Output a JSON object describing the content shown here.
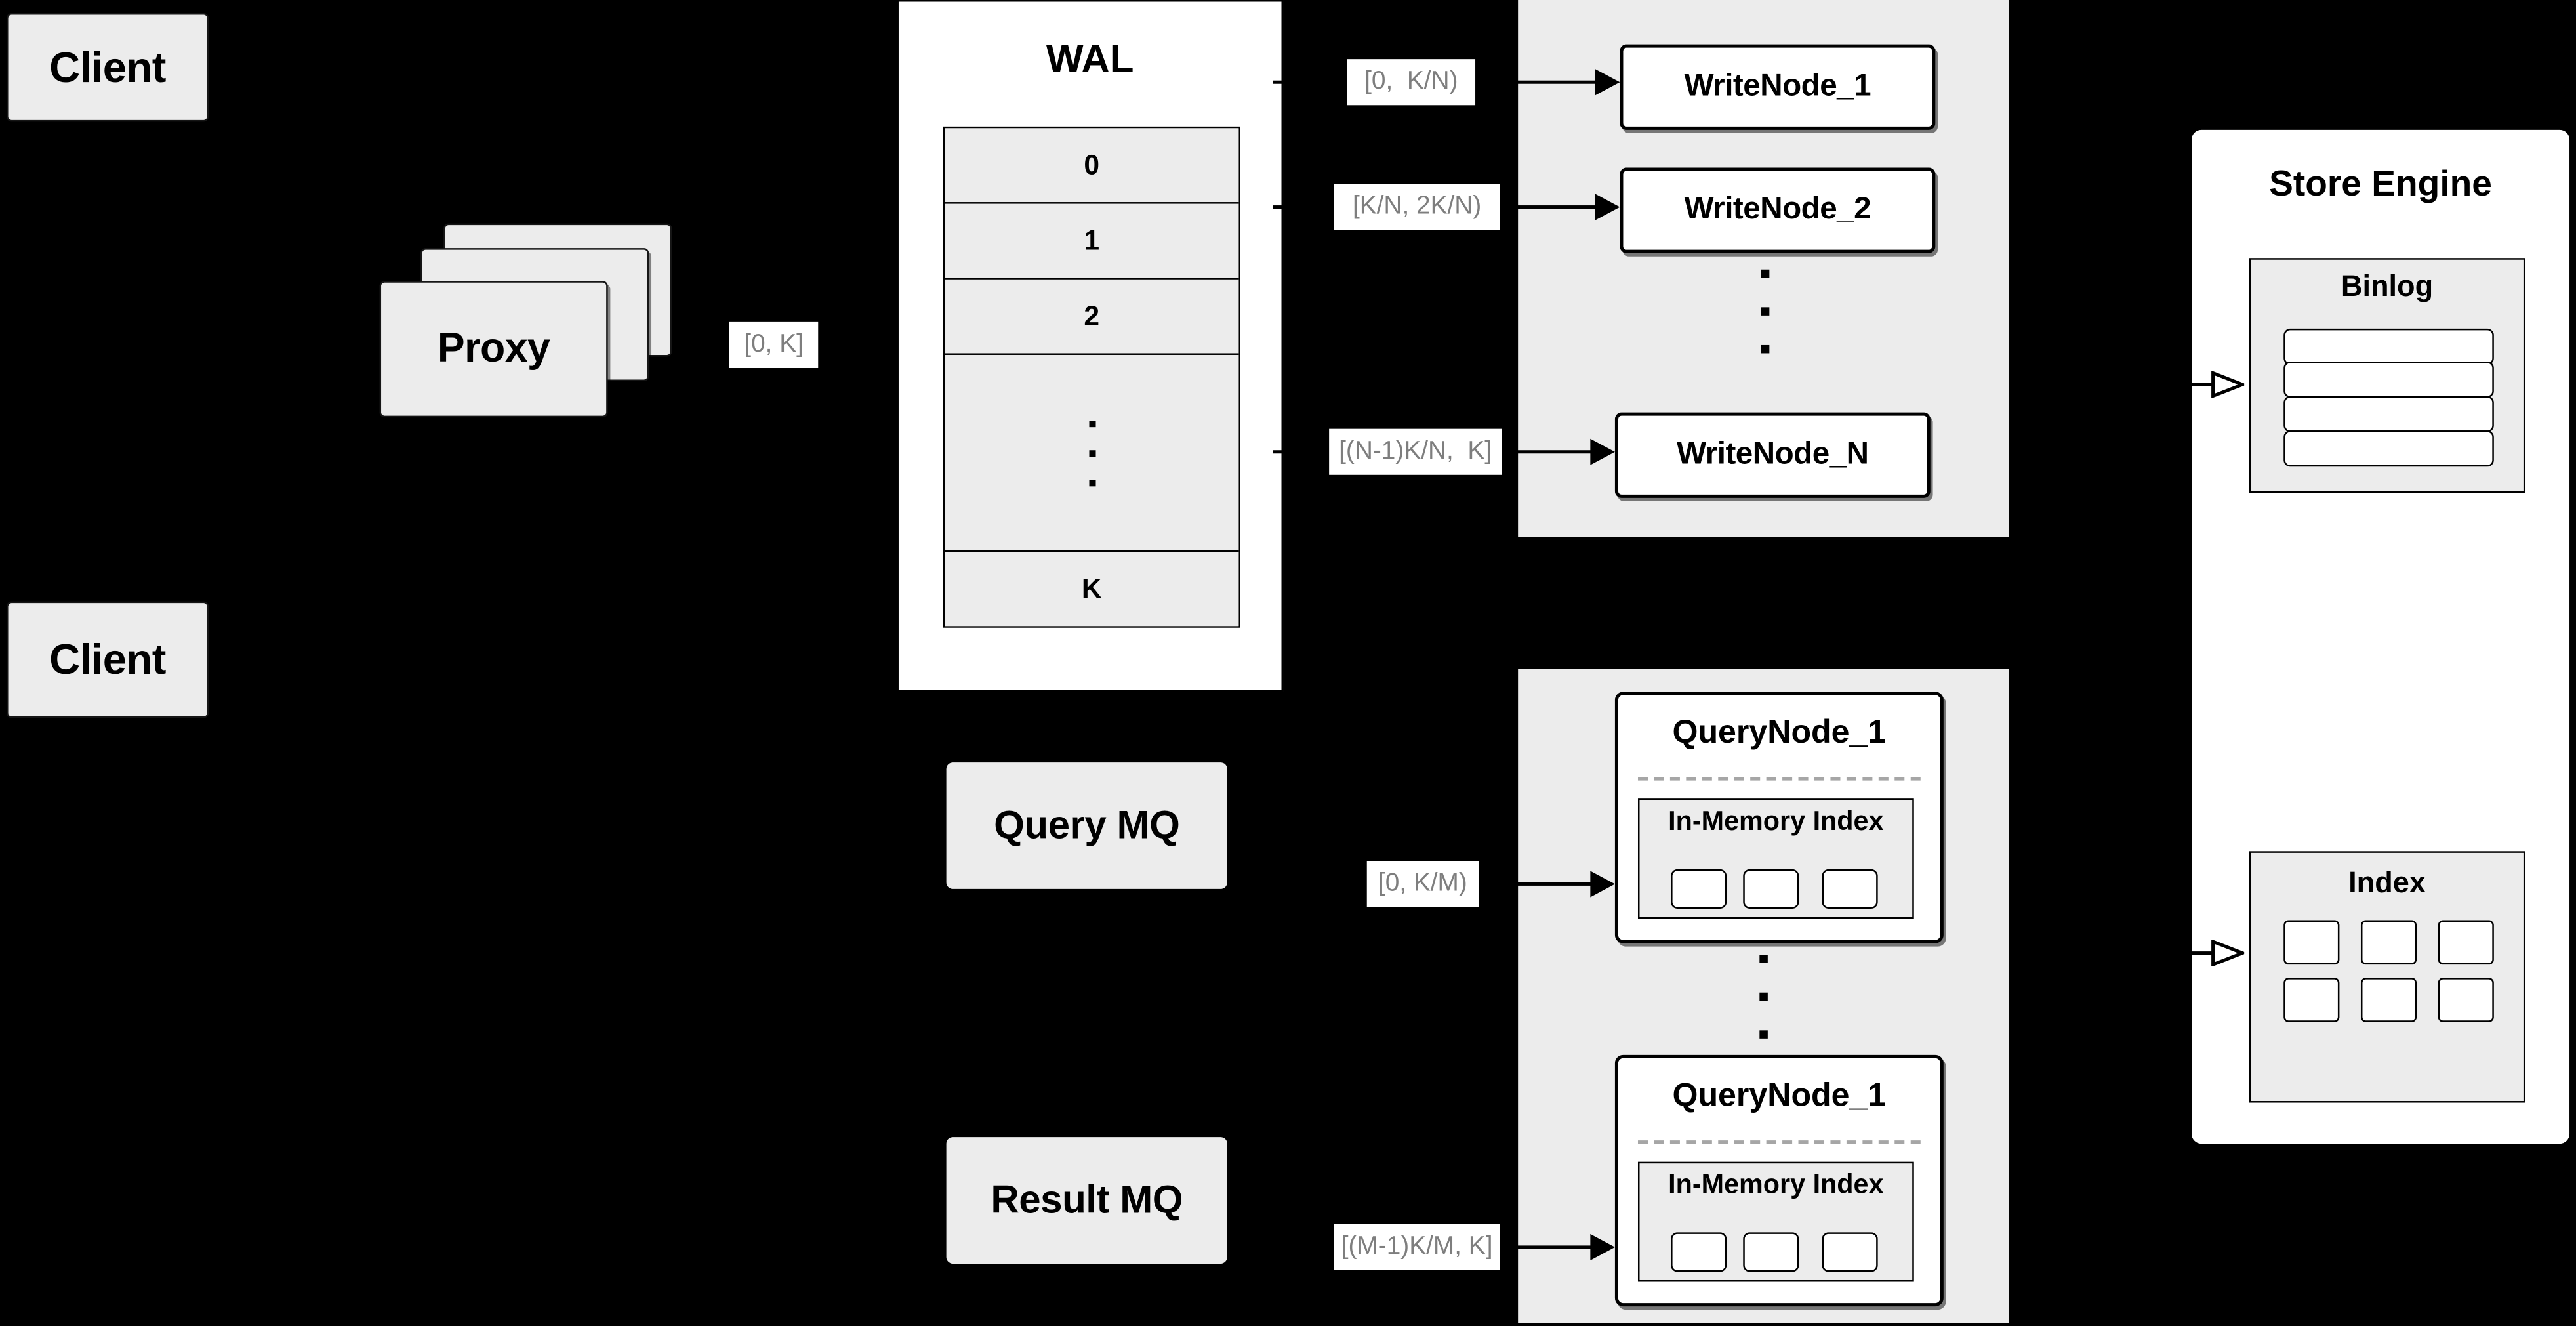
{
  "colors": {
    "background": "#000000",
    "panel_gray": "#ececec",
    "box_white": "#ffffff",
    "border_black": "#000000",
    "range_label_text": "#7e7e7e",
    "dashed_divider": "#a6a6a6"
  },
  "icons": {
    "vertical_ellipsis": "⋮",
    "solid_arrowhead": "▶",
    "open_arrowhead": "▷"
  },
  "client_top": {
    "label": "Client"
  },
  "client_bottom": {
    "label": "Client"
  },
  "proxy": {
    "label": "Proxy",
    "range_label": "[0, K]"
  },
  "wal": {
    "title": "WAL",
    "cells": [
      "0",
      "1",
      "2"
    ],
    "last_cell": "K"
  },
  "write_nodes": {
    "node1": "WriteNode_1",
    "node2": "WriteNode_2",
    "nodeN": "WriteNode_N",
    "range1": "[0,  K/N)",
    "range2": "[K/N, 2K/N)",
    "rangeN": "[(N-1)K/N,  K]"
  },
  "store_engine": {
    "title": "Store Engine",
    "binlog": {
      "title": "Binlog"
    },
    "index": {
      "title": "Index"
    }
  },
  "mq": {
    "query": "Query MQ",
    "result": "Result MQ"
  },
  "query_nodes": {
    "node1": {
      "title": "QueryNode_1",
      "inner_title": "In-Memory Index"
    },
    "node2": {
      "title": "QueryNode_1",
      "inner_title": "In-Memory Index"
    },
    "range1": "[0, K/M)",
    "range2": "[(M-1)K/M, K]"
  }
}
